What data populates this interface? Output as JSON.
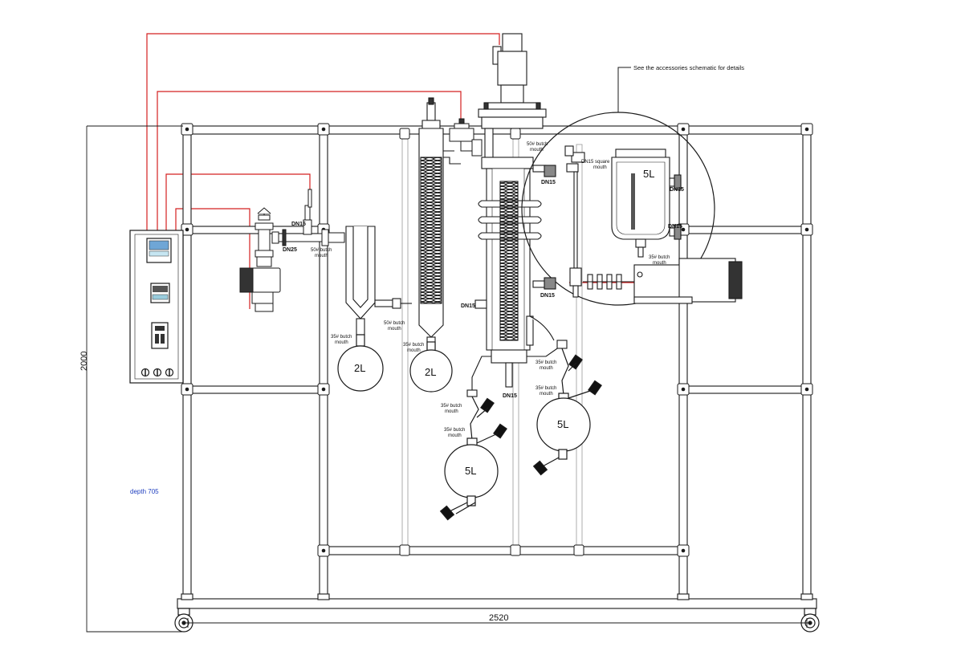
{
  "labels": {
    "note": "See the accessories schematic for details",
    "height_dim": "2000",
    "width_dim": "2520",
    "depth": "depth 705",
    "flask_2l": "2L",
    "flask_5l": "5L",
    "dn15": "DN15",
    "dn25": "DN25",
    "mouth50_line1": "50# butch",
    "mouth35_line1": "35# butch",
    "mouth_line2": "mouth",
    "square_line1": "DN15 square",
    "square_line2": "mouth"
  },
  "colors": {
    "line": "#1a1a1a",
    "frame": "#2b2b2b",
    "cable": "#d42020",
    "dim_text": "#1f3fbf"
  }
}
